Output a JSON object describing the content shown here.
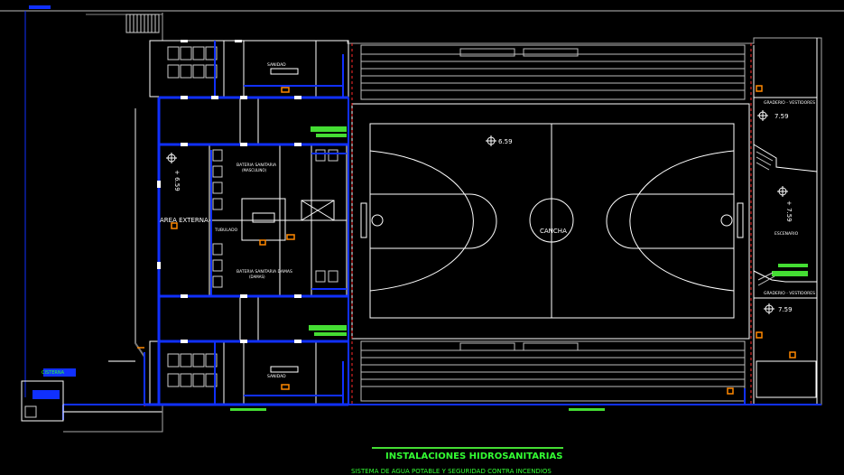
{
  "title": "INSTALACIONES HIDROSANITARIAS",
  "subtitle": "SISTEMA DE AGUA POTABLE Y SEGURIDAD CONTRA INCENDIOS",
  "labels": {
    "area_externa": "AREA EXTERNA",
    "cancha": "CANCHA",
    "bateria_top": "BATERIA SANITARIA",
    "bateria_top_sub": "(MASCULINO)",
    "bateria_bottom": "BATERIA SANITARIA DAMAS",
    "bateria_bottom_sub": "(DAMAS)",
    "sanidad_top": "SANIDAD",
    "sanidad_bottom": "SANIDAD",
    "graderio_top": "GRADERIO - VESTIDORES",
    "graderio_bottom": "GRADERIO - VESTIDORES",
    "escena": "ESCENARIO",
    "cisterna": "CISTERNA",
    "tubulado": "TUBULADO"
  },
  "levels": {
    "left": "+ 6.59",
    "court": "6.59",
    "right_top": "7.59",
    "right_mid": "+ 7.59",
    "right_bottom": "7.59"
  },
  "colors": {
    "pipe": "#1030ff",
    "wall": "#ffffff",
    "green": "#44dd33",
    "orange": "#ff8800",
    "red": "#ff2a2a",
    "grey": "#9a9a9a",
    "title": "#33ff33"
  }
}
